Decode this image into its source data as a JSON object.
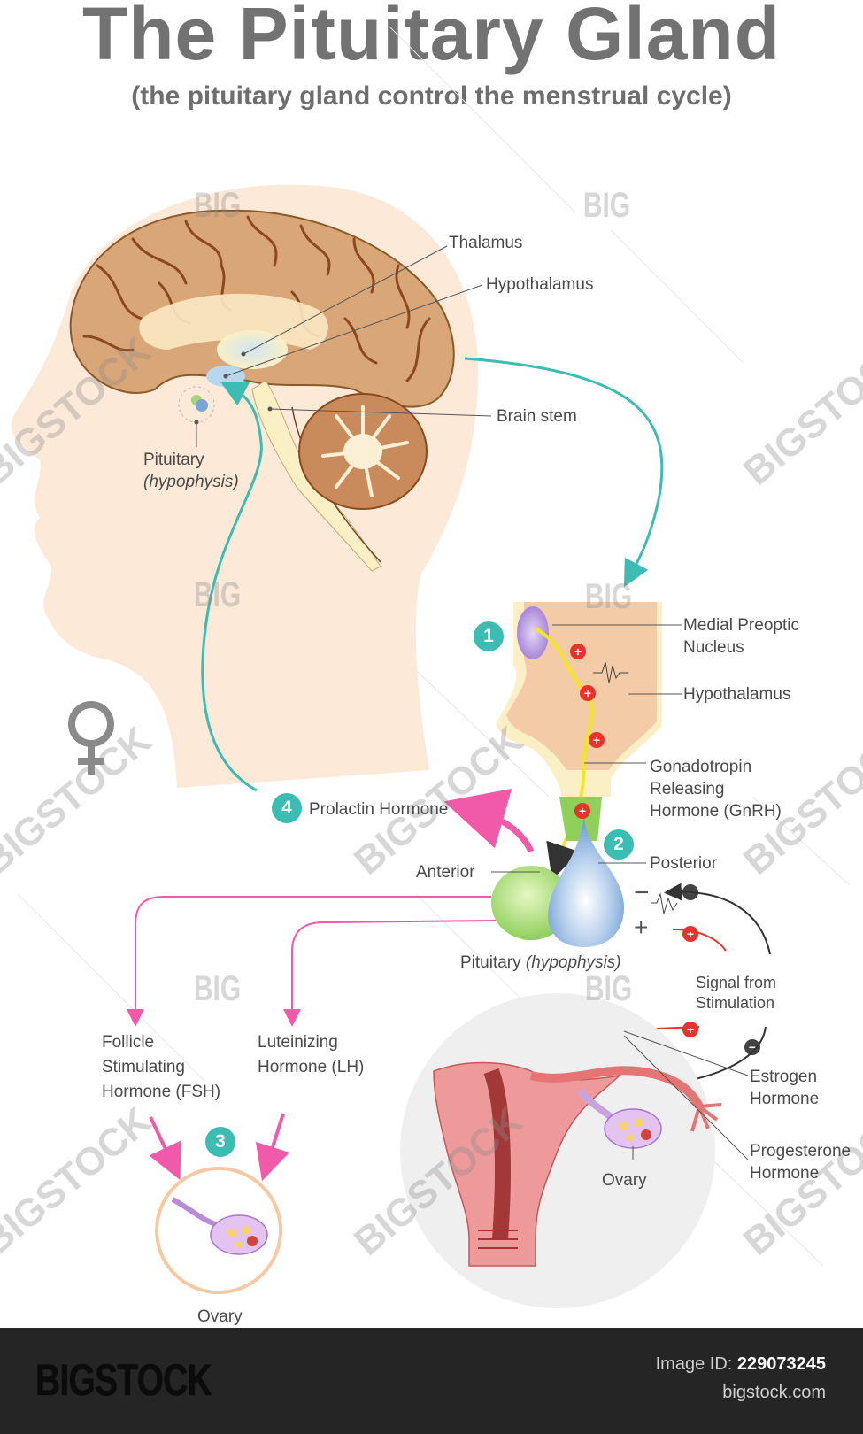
{
  "title": "The Pituitary Gland",
  "subtitle": "(the pituitary gland control the menstrual cycle)",
  "labels": {
    "thalamus": "Thalamus",
    "hypothalamus_brain": "Hypothalamus",
    "brain_stem": "Brain stem",
    "pituitary": "Pituitary",
    "hypophysis": "(hypophysis)",
    "medial_preoptic_1": "Medial Preoptic",
    "medial_preoptic_2": "Nucleus",
    "hypothalamus_zoom": "Hypothalamus",
    "gnrh_1": "Gonadotropin",
    "gnrh_2": "Releasing",
    "gnrh_3": "Hormone (GnRH)",
    "posterior": "Posterior",
    "anterior": "Anterior",
    "prolactin": "Prolactin Hormone",
    "pituitary_bottom": "Pituitary",
    "hypophysis_bottom": "(hypophysis)",
    "signal_1": "Signal from",
    "signal_2": "Stimulation",
    "fsh_1": "Follicle",
    "fsh_2": "Stimulating",
    "fsh_3": "Hormone (FSH)",
    "lh_1": "Luteinizing",
    "lh_2": "Hormone (LH)",
    "estrogen_1": "Estrogen",
    "estrogen_2": "Hormone",
    "progesterone_1": "Progesterone",
    "progesterone_2": "Hormone",
    "ovary_uterus": "Ovary",
    "ovary_small": "Ovary"
  },
  "steps": [
    "1",
    "2",
    "3",
    "4"
  ],
  "symbols": {
    "female": "♀",
    "minus": "−",
    "plus": "+"
  },
  "watermark": {
    "brand": "BIGSTOCK",
    "short": "BIG"
  },
  "footer": {
    "brand": "BIGSTOCK",
    "image_id_label": "Image ID:",
    "image_id": "229073245",
    "site": "bigstock.com"
  },
  "colors": {
    "teal": "#3dbcb3",
    "pink": "#f05aa8",
    "skin": "#fde9d8",
    "brain": "#d9a678",
    "title_gray": "#727272",
    "footer_bg": "#252525"
  }
}
